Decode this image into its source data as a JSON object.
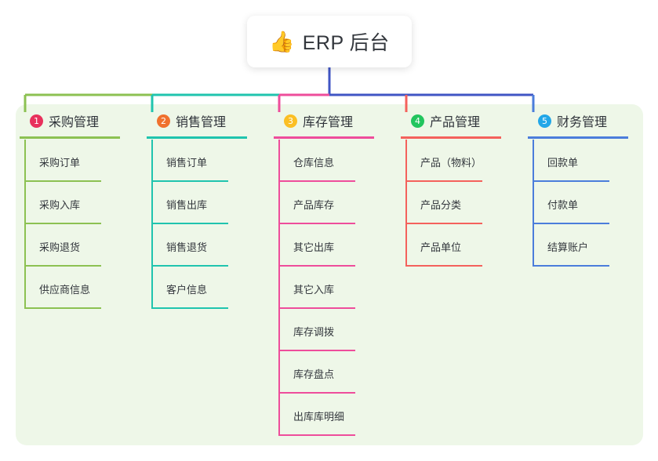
{
  "diagram": {
    "type": "mind-map",
    "title": "ERP 后台",
    "background_color": "#ffffff",
    "panel_color": "#eef7e8",
    "root": {
      "emoji": "👍",
      "icon_name": "thumbs-up-icon",
      "label": "ERP 后台",
      "connector_color": "#4055c4"
    },
    "branches": [
      {
        "index": "1",
        "label": "采购管理",
        "badge_color": "#e8315c",
        "line_color": "#8cc152",
        "children": [
          "采购订单",
          "采购入库",
          "采购退货",
          "供应商信息"
        ]
      },
      {
        "index": "2",
        "label": "销售管理",
        "badge_color": "#f0712e",
        "line_color": "#20c4ae",
        "children": [
          "销售订单",
          "销售出库",
          "销售退货",
          "客户信息"
        ]
      },
      {
        "index": "3",
        "label": "库存管理",
        "badge_color": "#fbbf24",
        "line_color": "#ee4d9b",
        "children": [
          "仓库信息",
          "产品库存",
          "其它出库",
          "其它入库",
          "库存调拨",
          "库存盘点",
          "出库库明细"
        ]
      },
      {
        "index": "4",
        "label": "产品管理",
        "badge_color": "#22c55e",
        "line_color": "#f4615c",
        "children": [
          "产品（物料）",
          "产品分类",
          "产品单位"
        ]
      },
      {
        "index": "5",
        "label": "财务管理",
        "badge_color": "#22a7e8",
        "line_color": "#4b7ddb",
        "children": [
          "回款单",
          "付款单",
          "结算账户"
        ]
      }
    ]
  }
}
